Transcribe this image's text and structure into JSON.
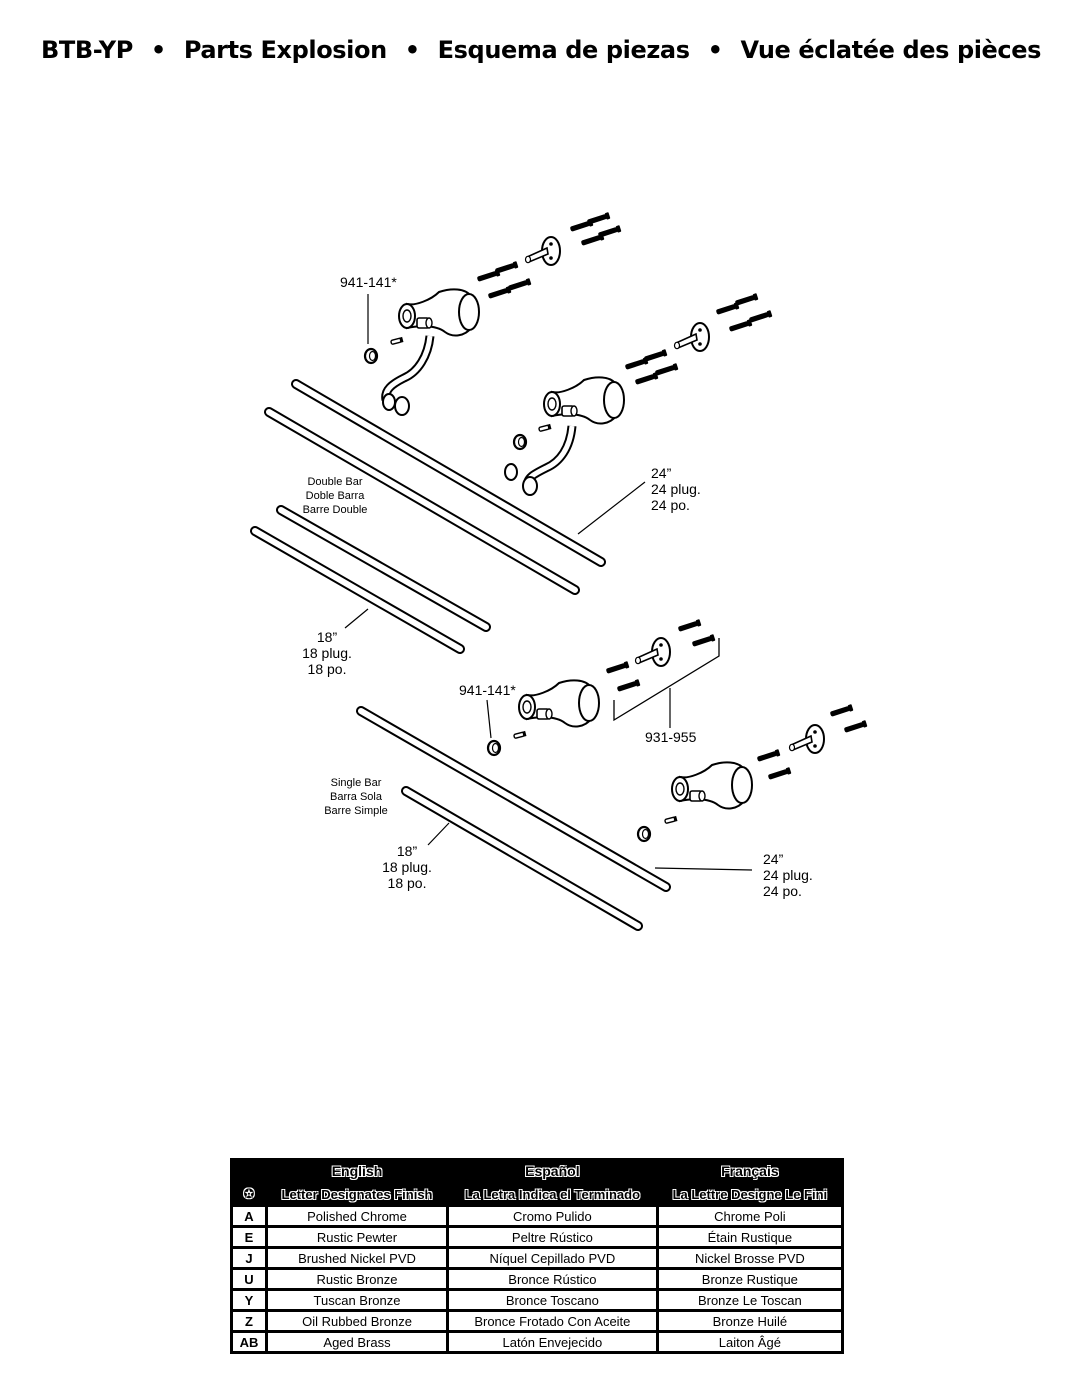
{
  "title": {
    "model": "BTB-YP",
    "en": "Parts Explosion",
    "es": "Esquema de piezas",
    "fr": "Vue éclatée des pièces",
    "separator": "•"
  },
  "labels": {
    "part_top": "941-141*",
    "part_mid": "941-141*",
    "kit": "931-955",
    "double_bar": [
      "Double Bar",
      "Doble Barra",
      "Barre Double"
    ],
    "single_bar": [
      "Single Bar",
      "Barra Sola",
      "Barre Simple"
    ],
    "double_24": [
      "24”",
      "24 plug.",
      "24 po."
    ],
    "double_18": [
      "18”",
      "18 plug.",
      "18 po."
    ],
    "single_18": [
      "18”",
      "18 plug.",
      "18 po."
    ],
    "single_24": [
      "24”",
      "24 plug.",
      "24 po."
    ]
  },
  "finish_table": {
    "legend_symbol": "✪",
    "headers": [
      "English",
      "Español",
      "Français"
    ],
    "subheaders": [
      "Letter Designates Finish",
      "La Letra Indica el Terminado",
      "La Lettre Designe Le Fini"
    ],
    "rows": [
      {
        "code": "A",
        "en": "Polished Chrome",
        "es": "Cromo Pulido",
        "fr": "Chrome Poli"
      },
      {
        "code": "E",
        "en": "Rustic Pewter",
        "es": "Peltre Rústico",
        "fr": "Étain Rustique"
      },
      {
        "code": "J",
        "en": "Brushed Nickel PVD",
        "es": "Níquel Cepillado PVD",
        "fr": "Nickel Brosse PVD"
      },
      {
        "code": "U",
        "en": "Rustic Bronze",
        "es": "Bronce Rústico",
        "fr": "Bronze Rustique"
      },
      {
        "code": "Y",
        "en": "Tuscan Bronze",
        "es": "Bronce Toscano",
        "fr": "Bronze Le Toscan"
      },
      {
        "code": "Z",
        "en": "Oil Rubbed Bronze",
        "es": "Bronce Frotado Con Aceite",
        "fr": "Bronze Huilé"
      },
      {
        "code": "AB",
        "en": "Aged Brass",
        "es": "Latón Envejecido",
        "fr": "Laiton Âgé"
      }
    ]
  }
}
